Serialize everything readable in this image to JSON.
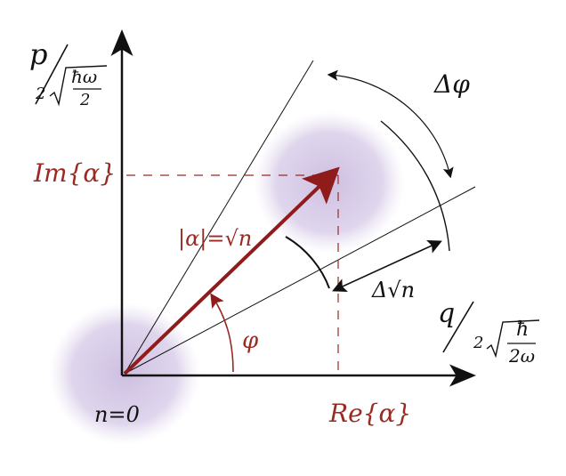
{
  "axes": {
    "p_numerator": "p",
    "p_denominator_prefix": "2",
    "p_radicand_top": "ħω",
    "p_radicand_bottom": "2",
    "q_numerator": "q",
    "q_denominator_prefix": "2",
    "q_radicand_top": "ħ",
    "q_radicand_bottom": "2ω"
  },
  "labels": {
    "im_alpha": "Im{α}",
    "re_alpha": "Re{α}",
    "modulus": "|α|=√n",
    "phase": "φ",
    "delta_phase": "Δφ",
    "delta_amplitude": "Δ√n",
    "vacuum": "n=0"
  },
  "colors": {
    "ink": "#111111",
    "vector": "#8f1b1b",
    "annotation": "#9a2a22",
    "uncertainty_blob": "#b39cd0"
  }
}
